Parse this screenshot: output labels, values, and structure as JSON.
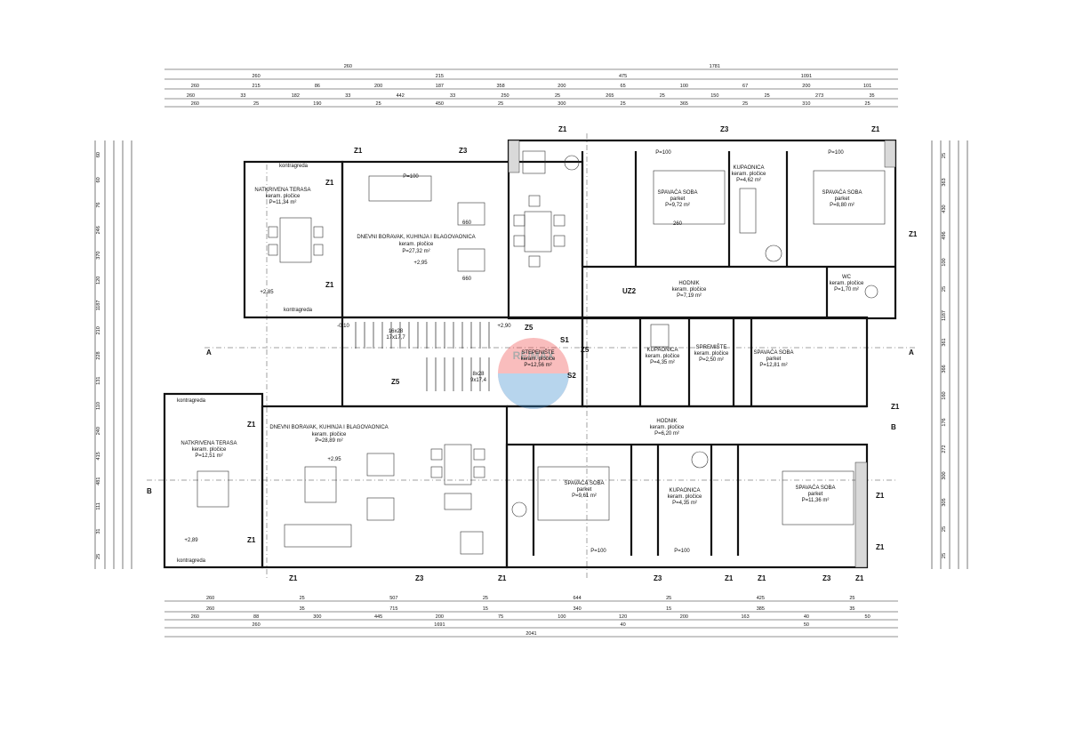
{
  "dims_top": [
    [
      "260",
      "1781"
    ],
    [
      "260",
      "215",
      "475",
      "1091"
    ],
    [
      "260",
      "215",
      "86",
      "200",
      "187",
      "358",
      "200",
      "65",
      "100",
      "67",
      "200",
      "101"
    ],
    [
      "260",
      "33",
      "182",
      "33",
      "442",
      "33",
      "250",
      "25",
      "265",
      "25",
      "150",
      "25",
      "273",
      "35"
    ],
    [
      "260",
      "25",
      "190",
      "25",
      "450",
      "25",
      "300",
      "25",
      "365",
      "25",
      "310",
      "25"
    ]
  ],
  "dims_bottom": [
    [
      "260",
      "25",
      "507",
      "25",
      "644",
      "25",
      "425",
      "25"
    ],
    [
      "260",
      "35",
      "715",
      "15",
      "340",
      "15",
      "385",
      "35"
    ],
    [
      "260",
      "88",
      "300",
      "445",
      "200",
      "75",
      "100",
      "120",
      "200",
      "163",
      "40",
      "50"
    ],
    [
      "260",
      "1691",
      "40",
      "50"
    ],
    [
      "2041"
    ]
  ],
  "dims_left": [
    "60",
    "60",
    "76",
    "246",
    "370",
    "120",
    "1187",
    "210",
    "228",
    "131",
    "110",
    "240",
    "415",
    "481",
    "111",
    "31",
    "25"
  ],
  "dims_right": [
    "25",
    "363",
    "430",
    "496",
    "100",
    "25",
    "1187",
    "361",
    "366",
    "160",
    "176",
    "272",
    "300",
    "305",
    "25",
    "25"
  ],
  "grid_labels": {
    "z1": "Z1",
    "z3": "Z3",
    "z5": "Z5",
    "uz2": "UZ2",
    "s1": "S1",
    "s2": "S2",
    "a": "A",
    "b": "B"
  },
  "rooms_upper": [
    {
      "name": "NATKRIVENA TERASA",
      "floor": "keram. pločice",
      "area": "P=11,34 m²"
    },
    {
      "name": "DNEVNI BORAVAK, KUHINJA I BLAGOVAONICA",
      "floor": "keram. pločice",
      "area": "P=27,32 m²"
    },
    {
      "name": "SPAVAĆA SOBA",
      "floor": "parket",
      "area": "P=9,72 m²"
    },
    {
      "name": "KUPAONICA",
      "floor": "keram. pločice",
      "area": "P=4,62 m²"
    },
    {
      "name": "SPAVAĆA SOBA",
      "floor": "parket",
      "area": "P=8,80 m²"
    },
    {
      "name": "HODNIK",
      "floor": "keram. pločice",
      "area": "P=7,19 m²"
    },
    {
      "name": "WC",
      "floor": "keram. pločice",
      "area": "P=1,70 m²"
    },
    {
      "name": "STEPENIŠTE",
      "floor": "keram. pločice",
      "area": "P=12,56 m²"
    },
    {
      "name": "KUPAONICA",
      "floor": "keram. pločice",
      "area": "P=4,35 m²"
    },
    {
      "name": "SPREMIŠTE",
      "floor": "keram. pločice",
      "area": "P=2,50 m²"
    },
    {
      "name": "SPAVAĆA SOBA",
      "floor": "parket",
      "area": "P=12,81 m²"
    }
  ],
  "rooms_lower": [
    {
      "name": "NATKRIVENA TERASA",
      "floor": "keram. pločice",
      "area": "P=12,51 m²"
    },
    {
      "name": "DNEVNI BORAVAK, KUHINJA I BLAGOVAONICA",
      "floor": "keram. pločice",
      "area": "P=28,89 m²"
    },
    {
      "name": "HODNIK",
      "floor": "keram. pločice",
      "area": "P=6,20 m²"
    },
    {
      "name": "SPAVAĆA SOBA",
      "floor": "parket",
      "area": "P=9,61 m²"
    },
    {
      "name": "KUPAONICA",
      "floor": "keram. pločice",
      "area": "P=4,35 m²"
    },
    {
      "name": "SPAVAĆA SOBA",
      "floor": "parket",
      "area": "P=11,36 m²"
    }
  ],
  "levels": {
    "l1": "+2,95",
    "l2": "+2,85",
    "l3": "+2,90",
    "l4": "-0,10",
    "l5": "+2,89"
  },
  "misc": {
    "kontragreda": "kontragreda",
    "stairs1": "16x28",
    "stairs1b": "17x17,7",
    "stairs2": "8x28",
    "stairs2b": "9x17,4",
    "p100": "P=100",
    "d260": "260",
    "d660": "660"
  },
  "watermark": "RE/MAX"
}
